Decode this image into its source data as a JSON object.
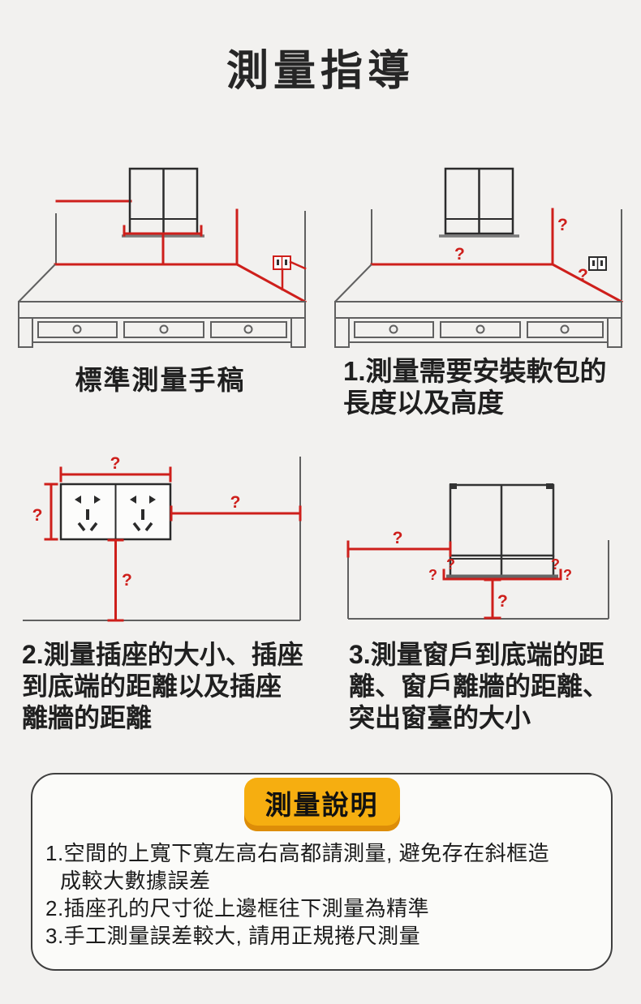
{
  "page": {
    "title": "測量指導",
    "question_mark": "?"
  },
  "figures": {
    "fig1": {
      "caption": "標準測量手稿"
    },
    "fig2": {
      "caption": "1.測量需要安裝軟包的\n長度以及高度"
    },
    "fig3": {
      "caption": "2.測量插座的大小、插座\n到底端的距離以及插座\n離牆的距離"
    },
    "fig4": {
      "caption": "3.測量窗戶到底端的距\n離、窗戶離牆的距離、\n突出窗臺的大小"
    }
  },
  "notes": {
    "badge": "測量說明",
    "lines": [
      "1.空間的上寬下寬左高右高都請測量, 避免存在斜框造",
      "成較大數據誤差",
      "2.插座孔的尺寸從上邊框往下測量為精準",
      "3.手工測量誤差較大, 請用正規捲尺測量"
    ]
  },
  "colors": {
    "measure_red": "#ce1f1b",
    "badge_yellow": "#f6ae10",
    "badge_shadow": "#dd8d08"
  }
}
